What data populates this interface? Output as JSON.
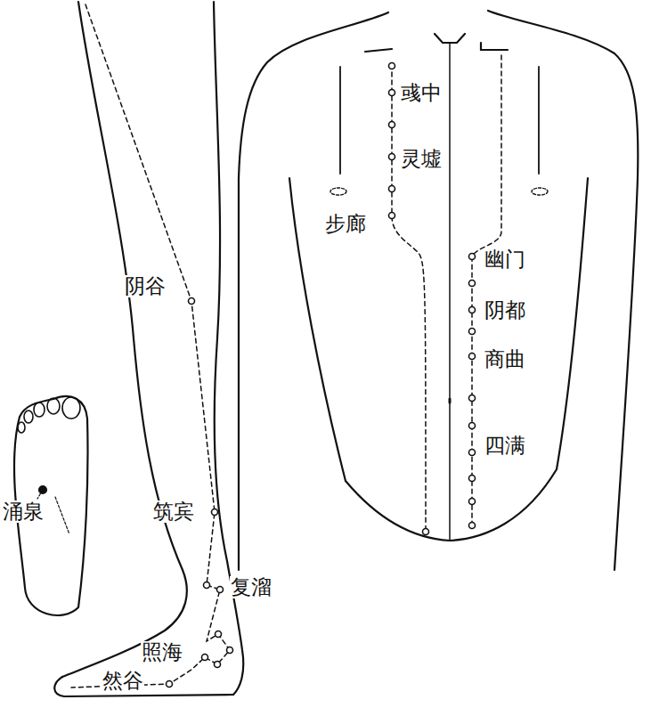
{
  "diagram": {
    "labels": [
      "彧中",
      "灵墟",
      "步廊",
      "幽门",
      "阴都",
      "商曲",
      "四满",
      "阴谷",
      "涌泉",
      "筑宾",
      "复溜",
      "照海",
      "然谷"
    ]
  }
}
